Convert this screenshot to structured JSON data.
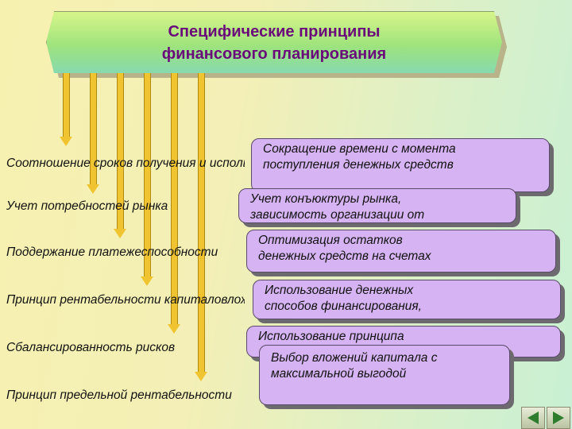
{
  "title": {
    "line1": "Специфические  принципы",
    "line2": "финансового   планирования"
  },
  "principles": [
    "Соотношение сроков получения и использования средств",
    "Учет потребностей рынка",
    "Поддержание платежеспособности",
    "Принцип рентабельности капиталовложений",
    "Сбалансированность рисков",
    "Принцип предельной рентабельности"
  ],
  "bubbles": [
    {
      "line1": "Сокращение времени с момента",
      "line2": "поступления денежных средств"
    },
    {
      "line1": "Учет конъюктуры рынка,",
      "line2": "зависимость организации от"
    },
    {
      "line1": "Оптимизация  остатков",
      "line2": "денежных средств на счетах"
    },
    {
      "line1": "Использование денежных",
      "line2": "способов финансирования,"
    },
    {
      "line1": "Использование принципа",
      "line2": ""
    },
    {
      "line1": "Выбор вложений капитала с",
      "line2": "максимальной выгодой"
    }
  ],
  "colors": {
    "title_text": "#6a0a7a",
    "bubble_fill": "#d6b3f2",
    "arrow": "#f0c430"
  },
  "nav": {
    "prev_icon": "triangle-left-icon",
    "next_icon": "triangle-right-icon"
  }
}
